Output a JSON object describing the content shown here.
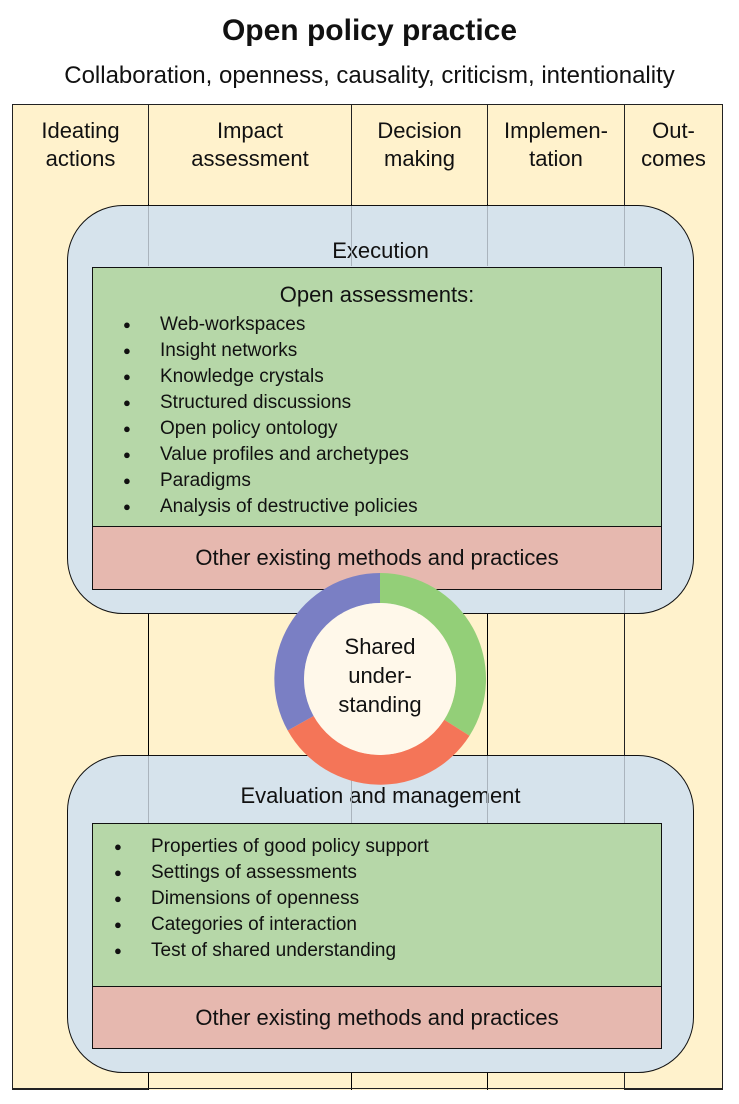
{
  "title": "Open policy practice",
  "subtitle": "Collaboration, openness, causality, criticism, intentionality",
  "columns": [
    {
      "line1": "Ideating",
      "line2": "actions"
    },
    {
      "line1": "Impact",
      "line2": "assessment"
    },
    {
      "line1": "Decision",
      "line2": "making"
    },
    {
      "line1": "Implemen-",
      "line2": "tation"
    },
    {
      "line1": "Out-",
      "line2": "comes"
    }
  ],
  "execution": {
    "title": "Execution",
    "assessments_title": "Open assessments:",
    "items": [
      "Web-workspaces",
      "Insight networks",
      "Knowledge crystals",
      "Structured discussions",
      "Open policy ontology",
      "Value profiles and archetypes",
      "Paradigms",
      "Analysis of destructive policies"
    ],
    "other_methods": "Other existing methods and practices"
  },
  "shared_understanding": {
    "line1": "Shared",
    "line2": "under-",
    "line3": "standing",
    "colors": {
      "green": "#93cf78",
      "red": "#f47558",
      "blue": "#7a7fc4"
    }
  },
  "evaluation": {
    "title": "Evaluation and management",
    "items": [
      "Properties of good policy support",
      "Settings of assessments",
      "Dimensions of openness",
      "Categories of interaction",
      "Test of shared understanding"
    ],
    "other_methods": "Other existing methods and practices"
  },
  "colors": {
    "column_bg": "#fff2cc",
    "panel_bg": "#d6e3ec",
    "green_box": "#b6d7a8",
    "red_box": "#e6b8af"
  }
}
